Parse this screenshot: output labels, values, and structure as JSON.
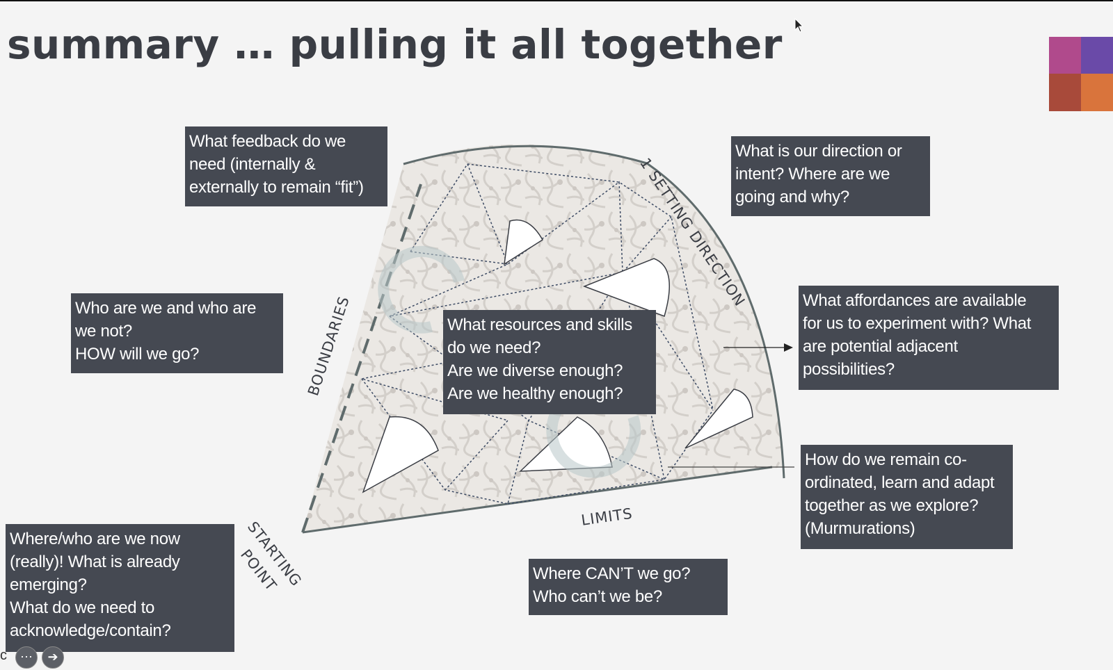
{
  "slide": {
    "title": "summary … pulling it all together"
  },
  "diagram": {
    "labels": {
      "setting_direction": "1 SETTING DIRECTION",
      "boundaries": "BOUNDARIES",
      "limits": "LIMITS",
      "starting_point_1": "STARTING",
      "starting_point_2": "POINT"
    },
    "boxes": {
      "feedback": [
        "What feedback do we",
        "need (internally &",
        "externally to remain “fit”)"
      ],
      "direction": [
        "What is our direction or",
        "intent?  Where are we",
        "going and why?"
      ],
      "identity": [
        "Who are we and who are",
        "we not?",
        "HOW will we go?"
      ],
      "resources": [
        "What resources and skills",
        "do we need?",
        "Are we diverse enough?",
        "Are we healthy enough?"
      ],
      "affordances": [
        "What affordances are available",
        "for us to experiment with? What",
        "are potential adjacent",
        "possibilities?"
      ],
      "coordination": [
        "How do we remain co-",
        "ordinated, learn and adapt",
        "together as we explore?",
        "(Murmurations)"
      ],
      "current_state": [
        "Where/who are we now",
        "(really)!  What is already",
        "emerging?",
        "What do we need to",
        "acknowledge/contain?"
      ],
      "limits_question": [
        "Where CAN’T we go?",
        "Who can’t we be?"
      ]
    }
  },
  "logo_colors": [
    "#b04a8c",
    "#6a4aa8",
    "#a84a3a",
    "#d9743c"
  ],
  "controls": {
    "partial_label": "c",
    "more_icon": "more-icon",
    "next_icon": "arrow-right-icon",
    "more_glyph": "⋯",
    "next_glyph": "➔"
  }
}
